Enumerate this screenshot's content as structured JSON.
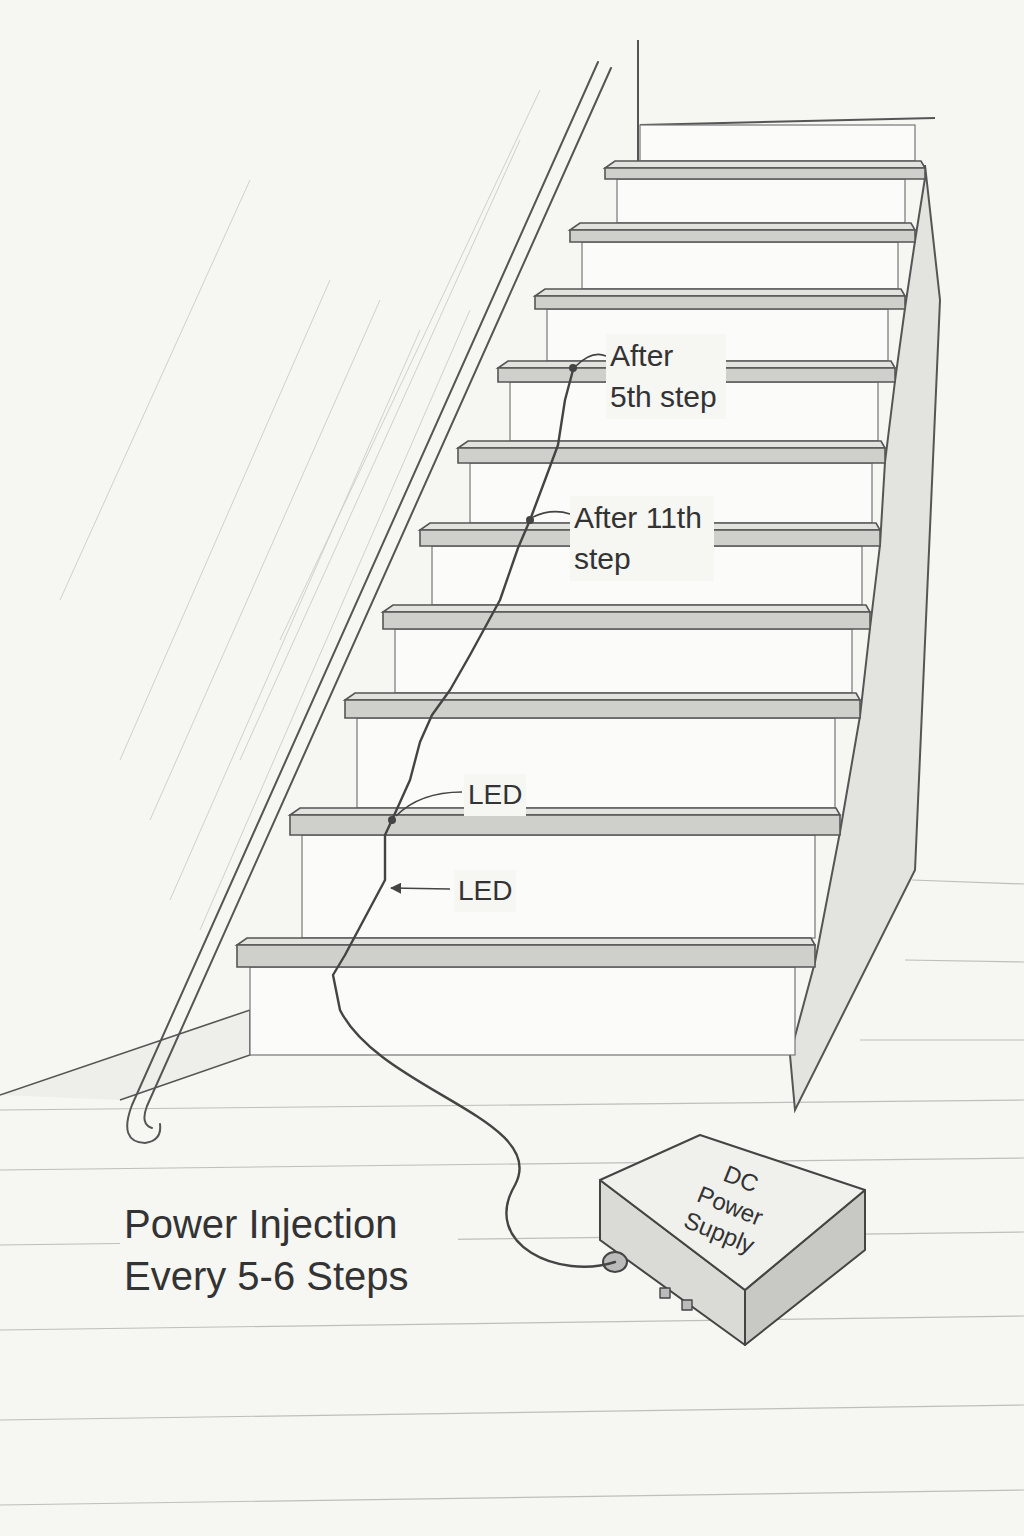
{
  "diagram": {
    "caption": "Power Injection Every 5-6 Steps",
    "nodes": [
      {
        "text": [
          "DC Power Supply"
        ]
      }
    ],
    "labels": [
      "After 5th step",
      "After 11th step",
      "LED",
      "LED"
    ]
  }
}
